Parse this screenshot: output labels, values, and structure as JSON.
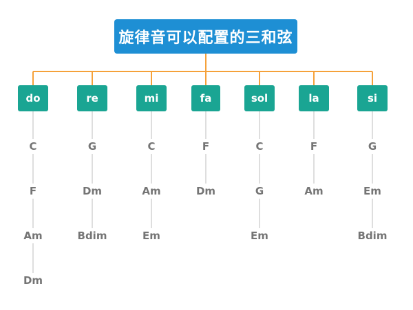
{
  "title": "旋律音可以配置的三和弦",
  "colors": {
    "root_bg": "#1e8fd4",
    "note_bg": "#1aa593",
    "connector": "#f5a13a",
    "chord_line": "#c8c8c8",
    "chord_text": "#757575"
  },
  "notes": [
    {
      "label": "do",
      "chords": [
        "C",
        "F",
        "Am",
        "Dm"
      ]
    },
    {
      "label": "re",
      "chords": [
        "G",
        "Dm",
        "Bdim"
      ]
    },
    {
      "label": "mi",
      "chords": [
        "C",
        "Am",
        "Em"
      ]
    },
    {
      "label": "fa",
      "chords": [
        "F",
        "Dm"
      ]
    },
    {
      "label": "sol",
      "chords": [
        "C",
        "G",
        "Em"
      ]
    },
    {
      "label": "la",
      "chords": [
        "F",
        "Am"
      ]
    },
    {
      "label": "si",
      "chords": [
        "G",
        "Em",
        "Bdim"
      ]
    }
  ]
}
